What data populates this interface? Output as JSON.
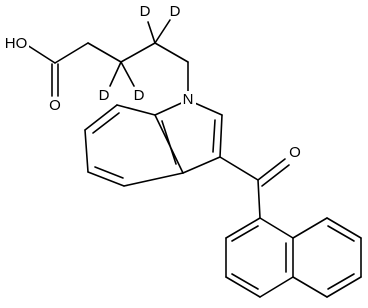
{
  "atoms": {
    "oh": {
      "text": "HO"
    },
    "o_carboxyl": {
      "text": "O"
    },
    "d1": {
      "text": "D"
    },
    "d2": {
      "text": "D"
    },
    "d3": {
      "text": "D"
    },
    "d4": {
      "text": "D"
    },
    "n_indole": {
      "text": "N"
    },
    "o_ketone": {
      "text": "O"
    }
  },
  "colors": {
    "ink": "#000000",
    "background": "#ffffff"
  }
}
